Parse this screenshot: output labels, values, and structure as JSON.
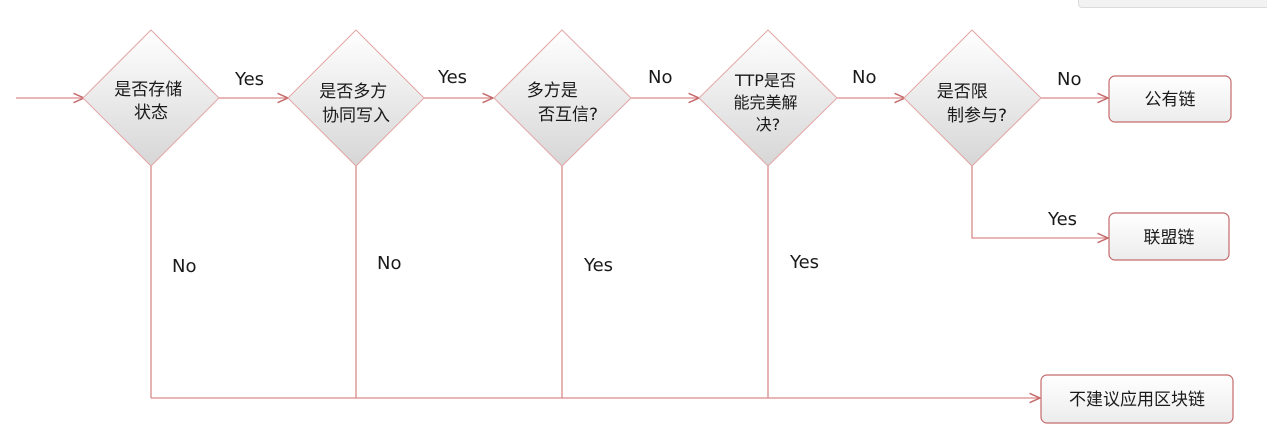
{
  "decisions": [
    {
      "id": "d1",
      "lines": [
        "是否存储",
        "状态"
      ]
    },
    {
      "id": "d2",
      "lines": [
        "是否多方",
        "协同写入"
      ]
    },
    {
      "id": "d3",
      "lines": [
        "多方是",
        "否互信?"
      ]
    },
    {
      "id": "d4",
      "lines": [
        "TTP是否",
        "能完美解",
        "决?"
      ]
    },
    {
      "id": "d5",
      "lines": [
        "是否限",
        "制参与?"
      ]
    }
  ],
  "outcomes": [
    {
      "id": "public",
      "label": "公有链"
    },
    {
      "id": "consortium",
      "label": "联盟链"
    },
    {
      "id": "none",
      "label": "不建议应用区块链"
    }
  ],
  "edge_labels": [
    {
      "id": "d1-d2",
      "text": "Yes"
    },
    {
      "id": "d2-d3",
      "text": "Yes"
    },
    {
      "id": "d3-d4",
      "text": "No"
    },
    {
      "id": "d4-d5",
      "text": "No"
    },
    {
      "id": "d5-public",
      "text": "No"
    },
    {
      "id": "d5-consortium",
      "text": "Yes"
    },
    {
      "id": "d1-down",
      "text": "No"
    },
    {
      "id": "d2-down",
      "text": "No"
    },
    {
      "id": "d3-down",
      "text": "Yes"
    },
    {
      "id": "d4-down",
      "text": "Yes"
    }
  ],
  "colors": {
    "line": "#d98a8a",
    "diamond_fill_top": "#ffffff",
    "diamond_fill_bottom": "#d9d9d9",
    "diamond_stroke": "#e3a6a6",
    "box_stroke": "#c56b6b",
    "box_fill": "#f7f7f7",
    "text": "#1a1a1a"
  }
}
